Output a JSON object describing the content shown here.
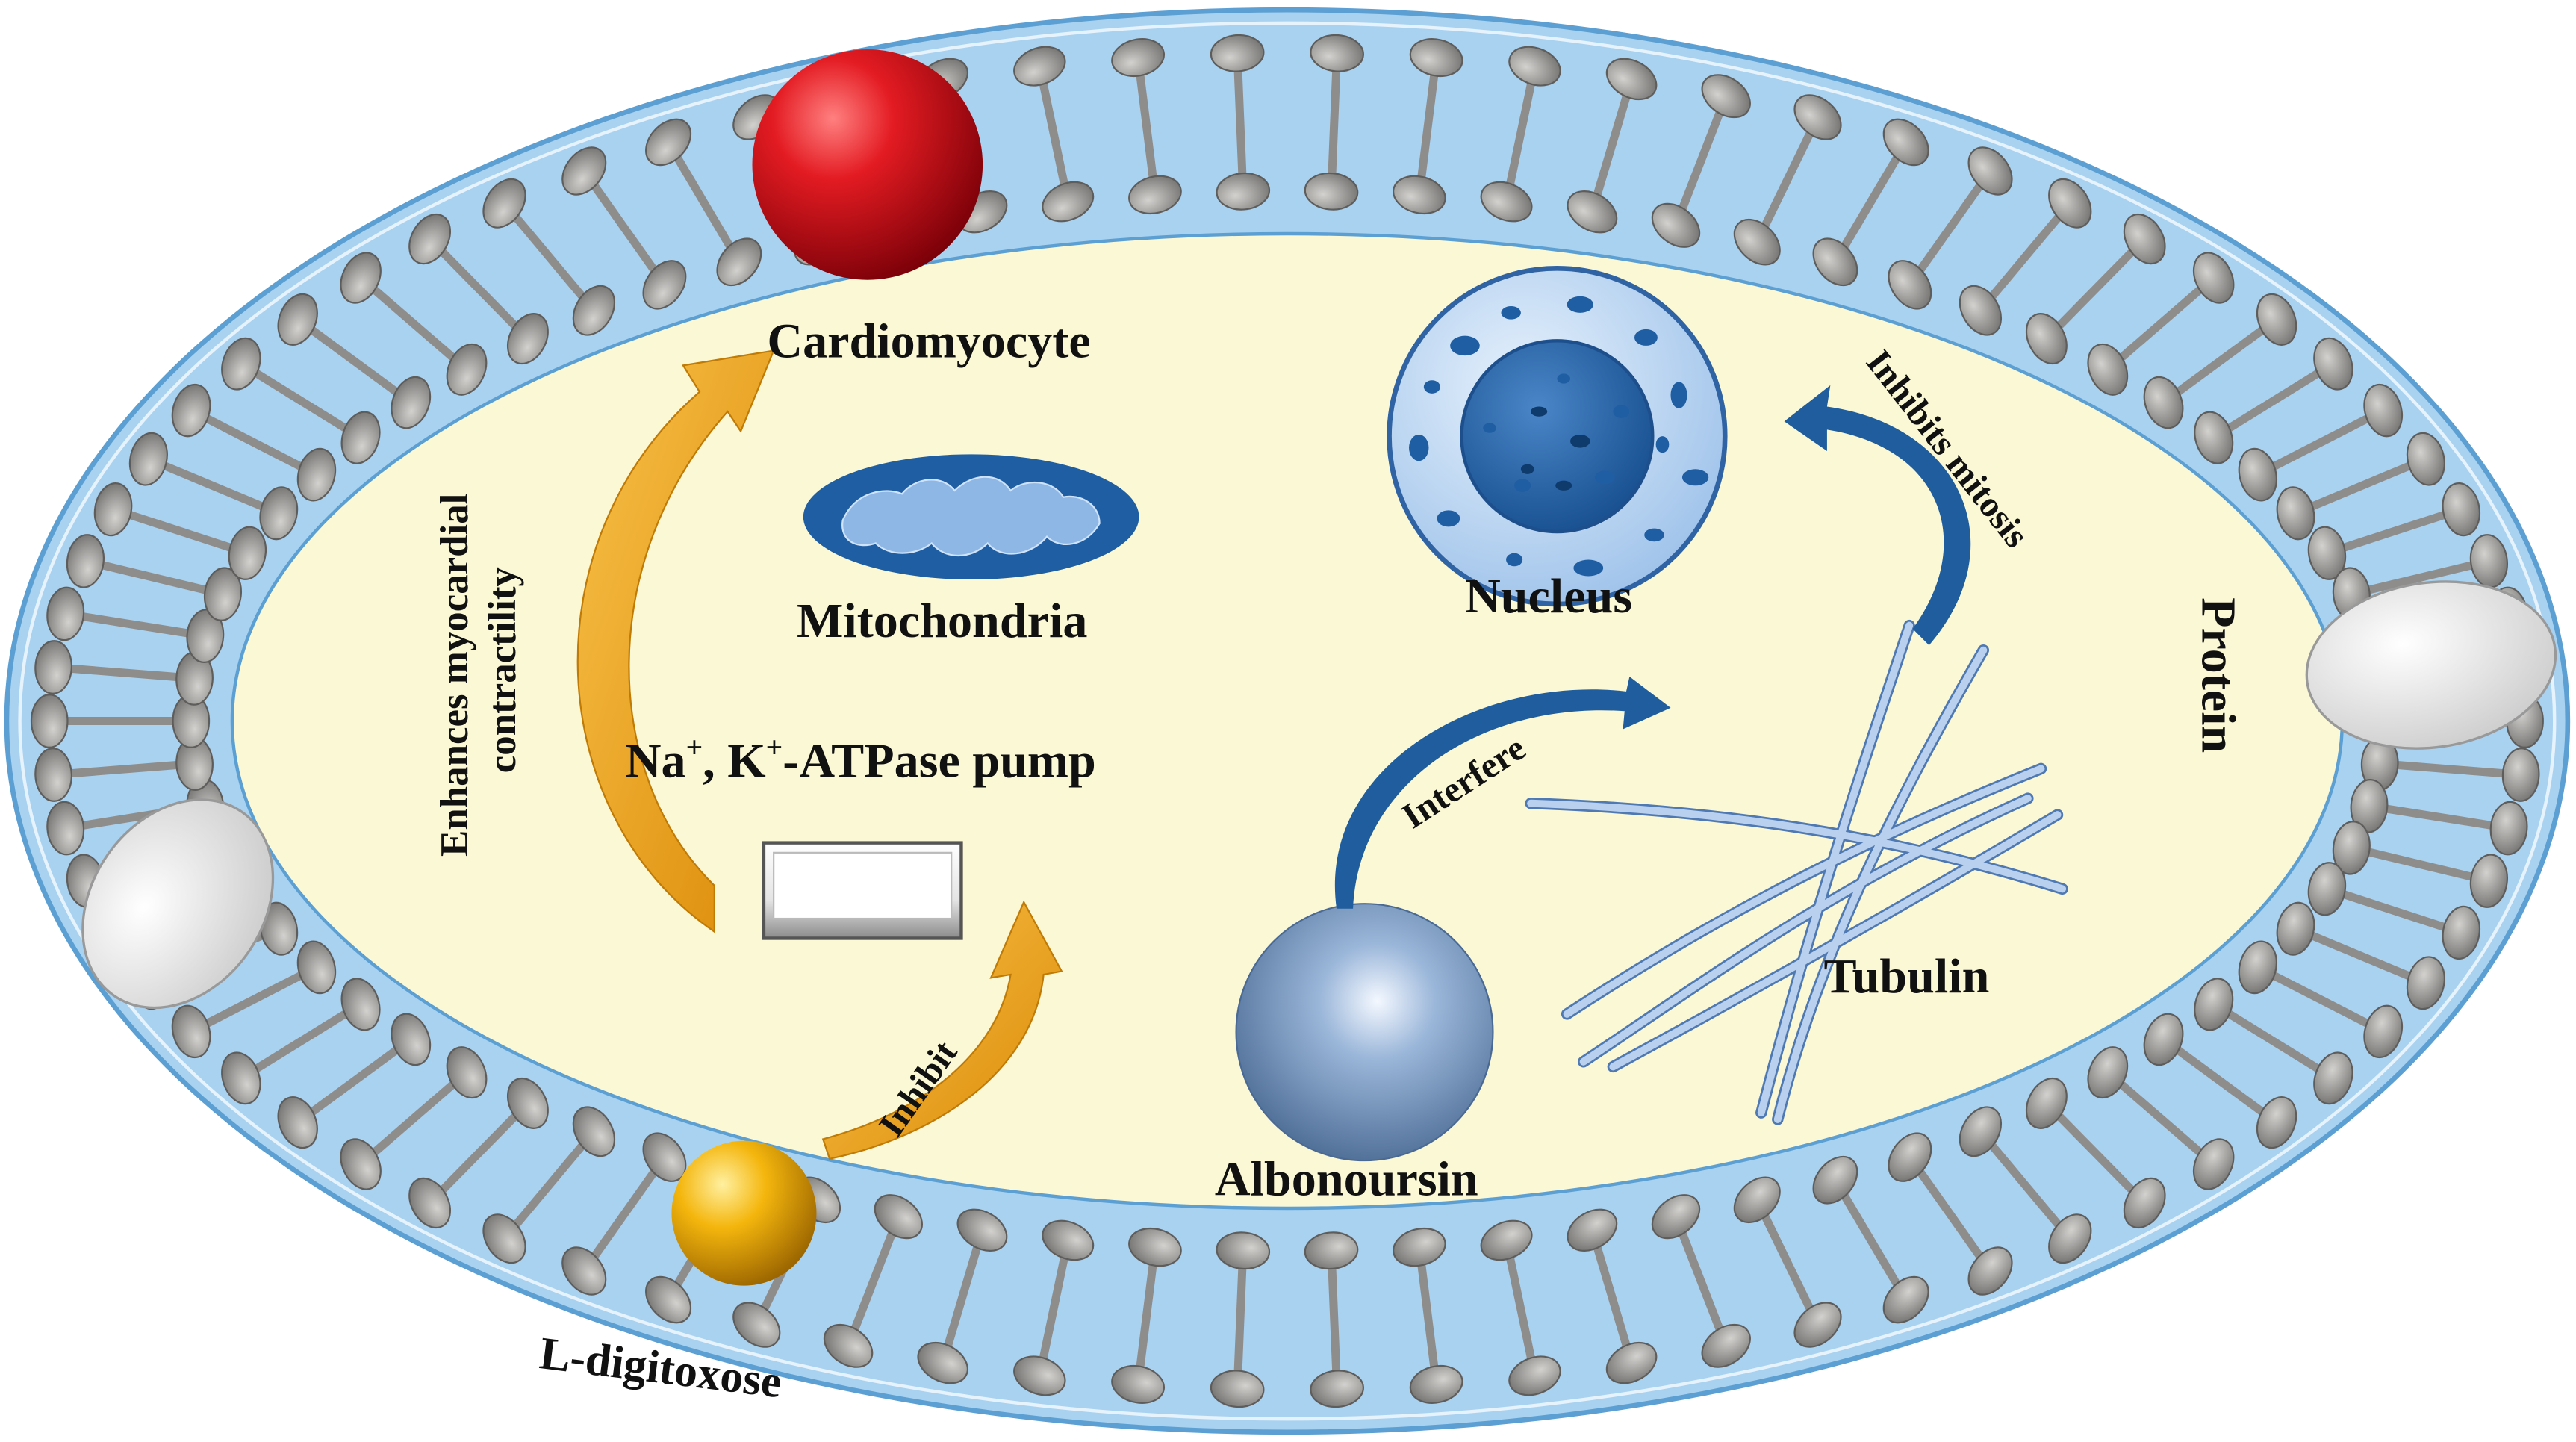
{
  "labels": {
    "cardiomyocyte": "Cardiomyocyte",
    "mitochondria": "Mitochondria",
    "nucleus": "Nucleus",
    "protein": "Protein",
    "tubulin": "Tubulin",
    "albonoursin": "Albonoursin",
    "l_digitoxose": "L-digitoxose",
    "pump_na": "Na",
    "pump_sep": ", K",
    "pump_rest": "-ATPase pump",
    "pump_plus": "+",
    "enhances_line1": "Enhances myocardial",
    "enhances_line2": "contractility",
    "inhibit": "Inhibit",
    "interfere": "Interfere",
    "inhibits_mitosis": "Inhibits mitosis"
  },
  "colors": {
    "cytoplasm": "#FBF8D6",
    "membrane_band": "#A9D2F0",
    "membrane_outline": "#5C9FD3",
    "lipid_head": "#9E9C9A",
    "red_sphere": "#D0121A",
    "gold_sphere": "#F2B30C",
    "orange_arrow": "#F1A71F",
    "blue_arrow": "#1F5D9E",
    "mitochondria": "#1F5EA3",
    "nucleus_outer": "#BFD8F2",
    "nucleus_inner": "#1F5EA3",
    "tubulin": "#9DBBE2",
    "albonoursin": "#6E8FB8"
  },
  "icons": {
    "red_ball": "red-sphere-icon",
    "gold_ball": "gold-sphere-icon",
    "protein_left": "membrane-protein-icon",
    "protein_right": "membrane-protein-icon",
    "pump": "atpase-pump-icon",
    "mito": "mitochondria-icon",
    "nucleus": "nucleus-icon",
    "tubulin": "tubulin-filaments-icon",
    "albo": "albonoursin-sphere-icon"
  }
}
